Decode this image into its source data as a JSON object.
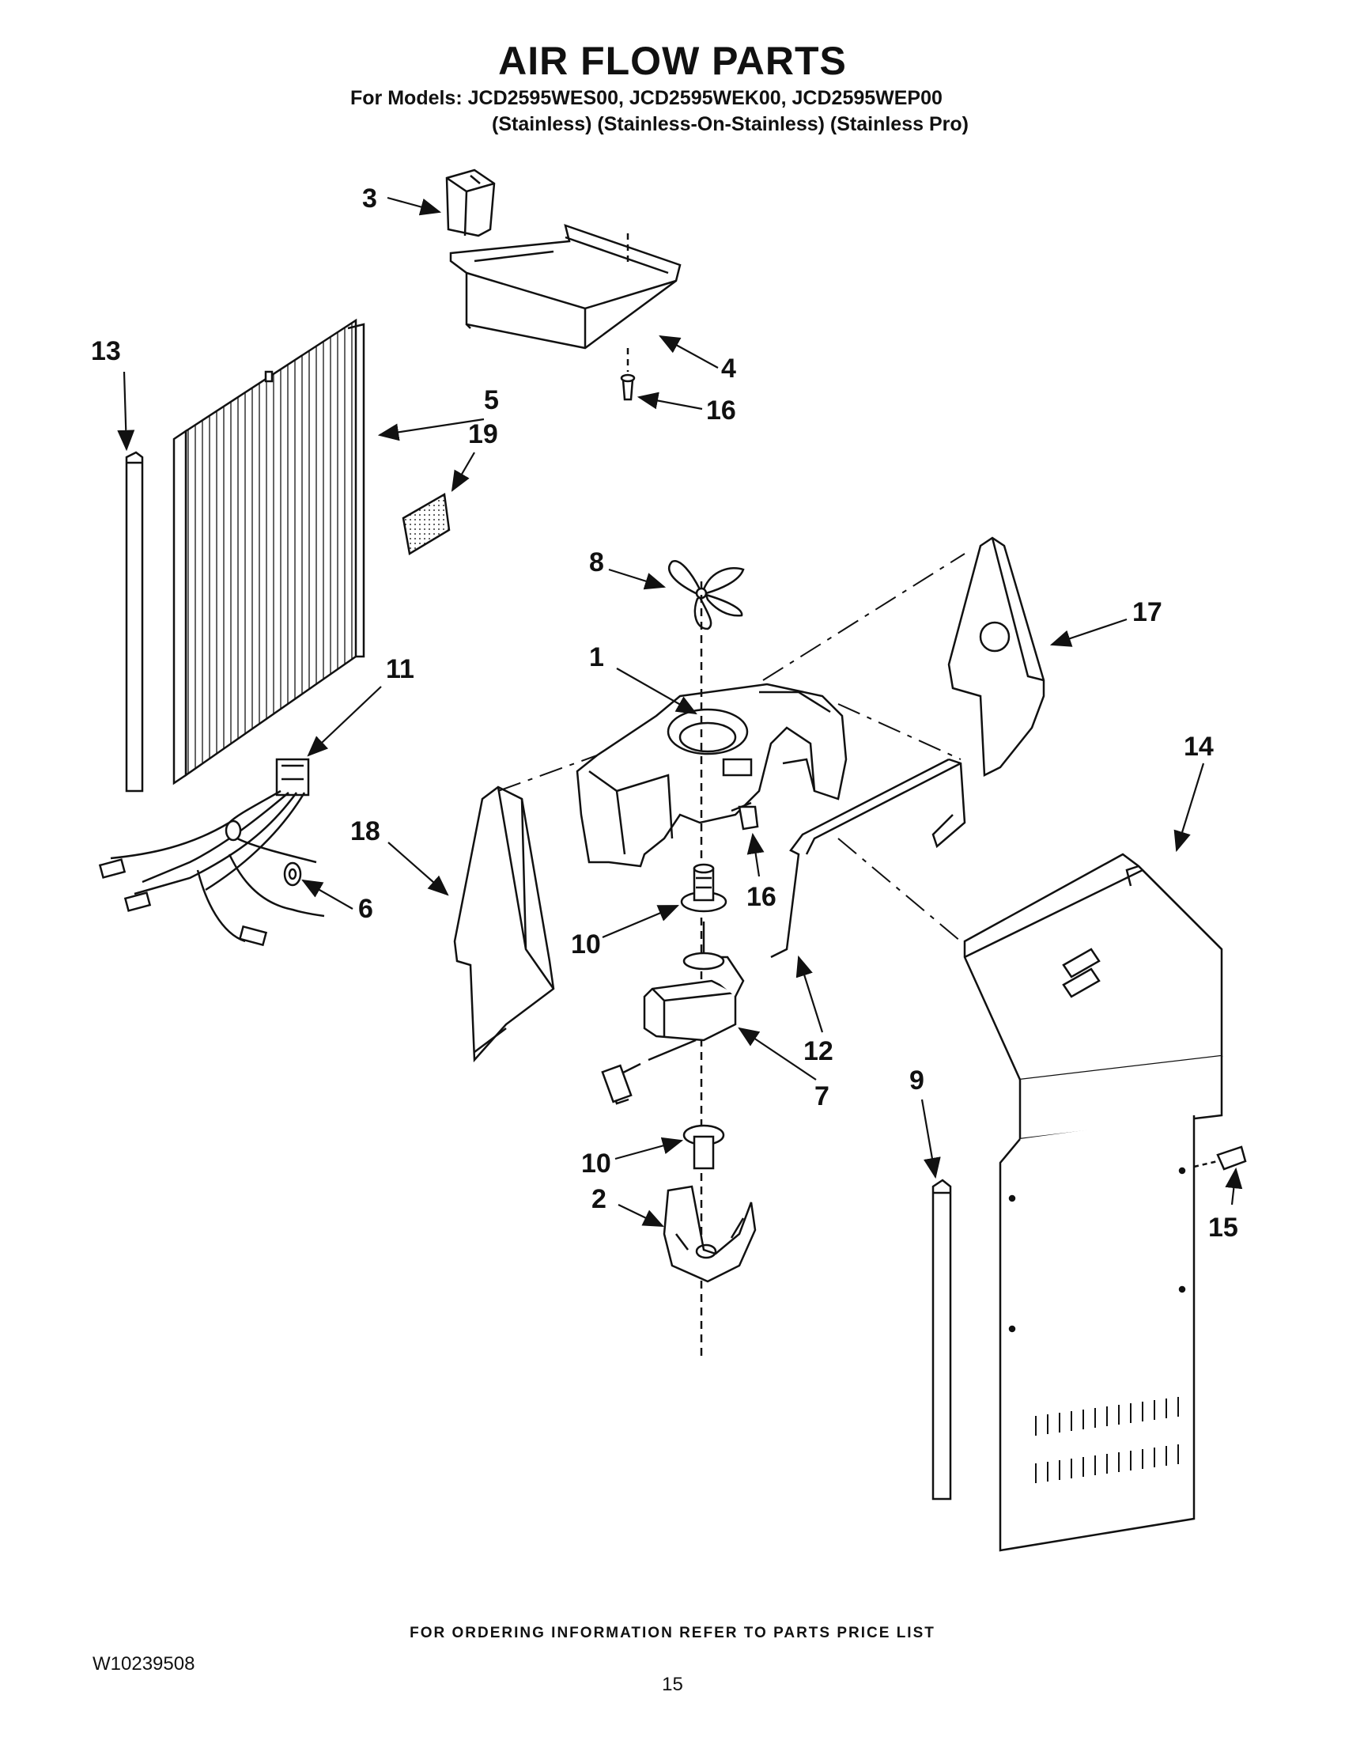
{
  "header": {
    "title": "AIR FLOW PARTS",
    "models_line": "For Models: JCD2595WES00, JCD2595WEK00, JCD2595WEP00",
    "variants_line": "(Stainless)  (Stainless-On-Stainless) (Stainless Pro)"
  },
  "callouts": {
    "c1": "1",
    "c2": "2",
    "c3": "3",
    "c4": "4",
    "c5": "5",
    "c6": "6",
    "c7": "7",
    "c8": "8",
    "c9": "9",
    "c10a": "10",
    "c10b": "10",
    "c11": "11",
    "c12": "12",
    "c13": "13",
    "c14": "14",
    "c15": "15",
    "c16a": "16",
    "c16b": "16",
    "c17": "17",
    "c18": "18",
    "c19": "19"
  },
  "footer": {
    "ordering_note": "FOR ORDERING INFORMATION REFER TO PARTS PRICE LIST",
    "doc_number": "W10239508",
    "page_number": "15"
  }
}
